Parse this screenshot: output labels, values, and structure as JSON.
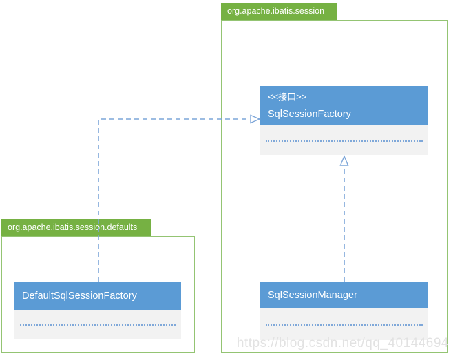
{
  "diagram": {
    "type": "uml-class-diagram",
    "packages": [
      {
        "label": "org.apache.ibatis.session"
      },
      {
        "label": "org.apache.ibatis.session.defaults"
      }
    ],
    "classes": {
      "sql_session_factory": {
        "stereotype": "<<接口>>",
        "name": "SqlSessionFactory",
        "package": "org.apache.ibatis.session"
      },
      "sql_session_manager": {
        "name": "SqlSessionManager",
        "package": "org.apache.ibatis.session"
      },
      "default_sql_session_factory": {
        "name": "DefaultSqlSessionFactory",
        "package": "org.apache.ibatis.session.defaults"
      }
    },
    "relations": [
      {
        "from": "DefaultSqlSessionFactory",
        "to": "SqlSessionFactory",
        "type": "realization",
        "line_style": "dashed",
        "arrowhead": "open-triangle"
      },
      {
        "from": "SqlSessionManager",
        "to": "SqlSessionFactory",
        "type": "realization",
        "line_style": "dashed",
        "arrowhead": "open-triangle"
      }
    ],
    "colors": {
      "class_header_blue": "#5B9BD5",
      "class_body_gray": "#F2F2F2",
      "package_label_green": "#76B143",
      "package_border_green": "#94C473",
      "connector_blue": "#7CA5D8",
      "separator_dotted_blue": "#7FA8D9",
      "watermark_gray": "#E2E2E2"
    },
    "watermark": "https://blog.csdn.net/qq_40144694"
  }
}
